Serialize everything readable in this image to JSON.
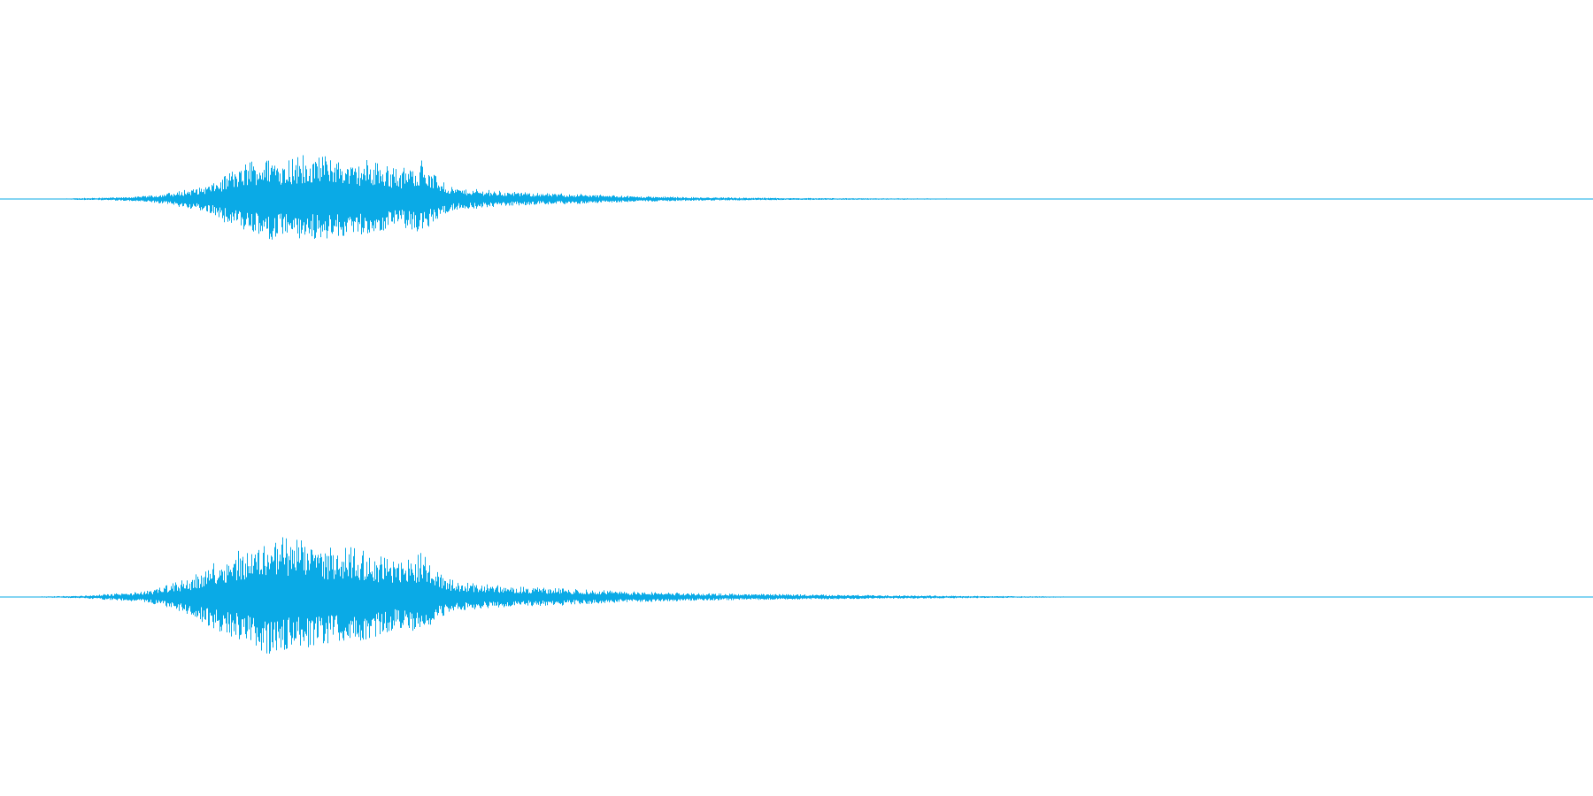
{
  "chart_data": {
    "type": "area",
    "description_mode": "stereo-waveform-envelope",
    "colors": {
      "waveform": "#0aaae6",
      "background": "#ffffff"
    },
    "x": [
      0,
      0.03,
      0.05,
      0.07,
      0.09,
      0.1,
      0.11,
      0.12,
      0.13,
      0.14,
      0.15,
      0.16,
      0.17,
      0.18,
      0.19,
      0.2,
      0.21,
      0.22,
      0.23,
      0.24,
      0.25,
      0.26,
      0.265,
      0.27,
      0.28,
      0.29,
      0.3,
      0.32,
      0.34,
      0.36,
      0.38,
      0.4,
      0.43,
      0.46,
      0.5,
      0.55,
      0.6,
      0.65,
      0.7,
      1.0
    ],
    "series": [
      {
        "channel": 1,
        "amplitude": [
          0.0,
          0.0,
          0.02,
          0.03,
          0.06,
          0.1,
          0.14,
          0.22,
          0.3,
          0.45,
          0.65,
          0.8,
          0.95,
          0.78,
          0.9,
          0.85,
          0.92,
          0.75,
          0.8,
          0.7,
          0.6,
          0.72,
          0.8,
          0.55,
          0.3,
          0.22,
          0.2,
          0.15,
          0.12,
          0.11,
          0.08,
          0.06,
          0.04,
          0.03,
          0.02,
          0.015,
          0.01,
          0.005,
          0.0,
          0.0
        ]
      },
      {
        "channel": 2,
        "amplitude": [
          0.0,
          0.01,
          0.02,
          0.05,
          0.08,
          0.14,
          0.22,
          0.3,
          0.45,
          0.6,
          0.7,
          0.8,
          0.95,
          0.88,
          0.85,
          0.8,
          0.72,
          0.75,
          0.68,
          0.6,
          0.5,
          0.6,
          0.68,
          0.45,
          0.28,
          0.22,
          0.2,
          0.16,
          0.14,
          0.12,
          0.1,
          0.08,
          0.06,
          0.05,
          0.04,
          0.03,
          0.02,
          0.01,
          0.005,
          0.0
        ]
      }
    ],
    "ylim": [
      -1,
      1
    ],
    "grid": false,
    "legend": "none"
  }
}
